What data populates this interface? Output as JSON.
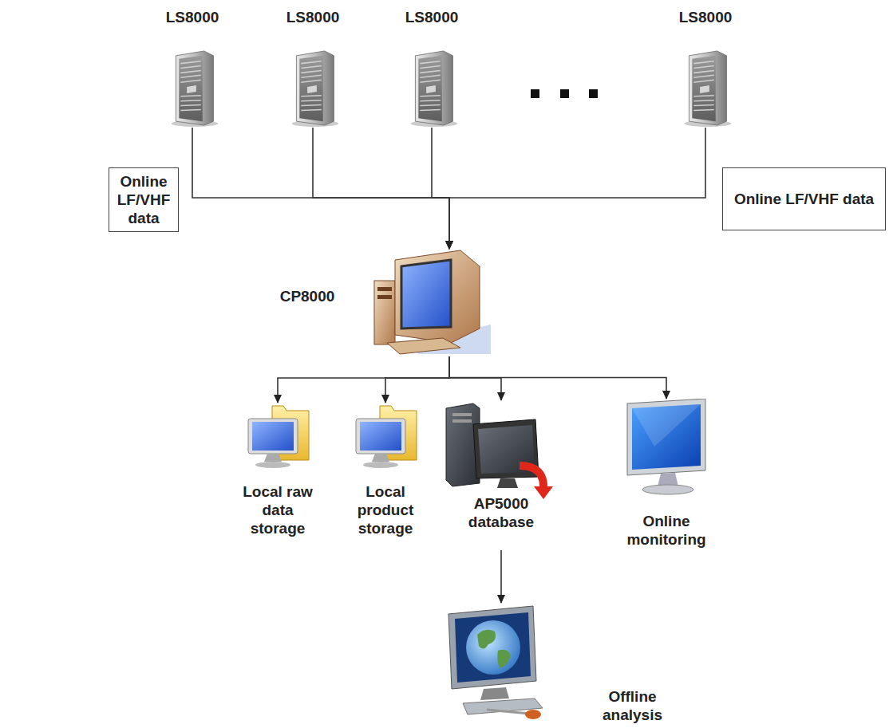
{
  "diagram": {
    "nodes": [
      {
        "text": [
          "LS8000"
        ]
      },
      {
        "text": [
          "LS8000"
        ]
      },
      {
        "text": [
          "LS8000"
        ]
      },
      {
        "text": [
          "LS8000"
        ]
      },
      {
        "text": [
          "Online LF/VHF data"
        ]
      },
      {
        "text": [
          "Online LF/VHF data"
        ]
      },
      {
        "text": [
          "CP8000"
        ]
      },
      {
        "text": [
          "Local raw data storage"
        ]
      },
      {
        "text": [
          "Local product storage"
        ]
      },
      {
        "text": [
          "AP5000 database"
        ]
      },
      {
        "text": [
          "Online monitoring"
        ]
      },
      {
        "text": [
          "Offline analysis"
        ]
      }
    ],
    "edges": [
      {
        "from": 0,
        "to": 6,
        "arrow": "to"
      },
      {
        "from": 1,
        "to": 6,
        "arrow": "to"
      },
      {
        "from": 2,
        "to": 6,
        "arrow": "to"
      },
      {
        "from": 3,
        "to": 6,
        "arrow": "to"
      },
      {
        "from": 6,
        "to": 7,
        "arrow": "to"
      },
      {
        "from": 6,
        "to": 8,
        "arrow": "to"
      },
      {
        "from": 6,
        "to": 9,
        "arrow": "to"
      },
      {
        "from": 6,
        "to": 10,
        "arrow": "to"
      },
      {
        "from": 9,
        "to": 11,
        "arrow": "to"
      }
    ]
  }
}
